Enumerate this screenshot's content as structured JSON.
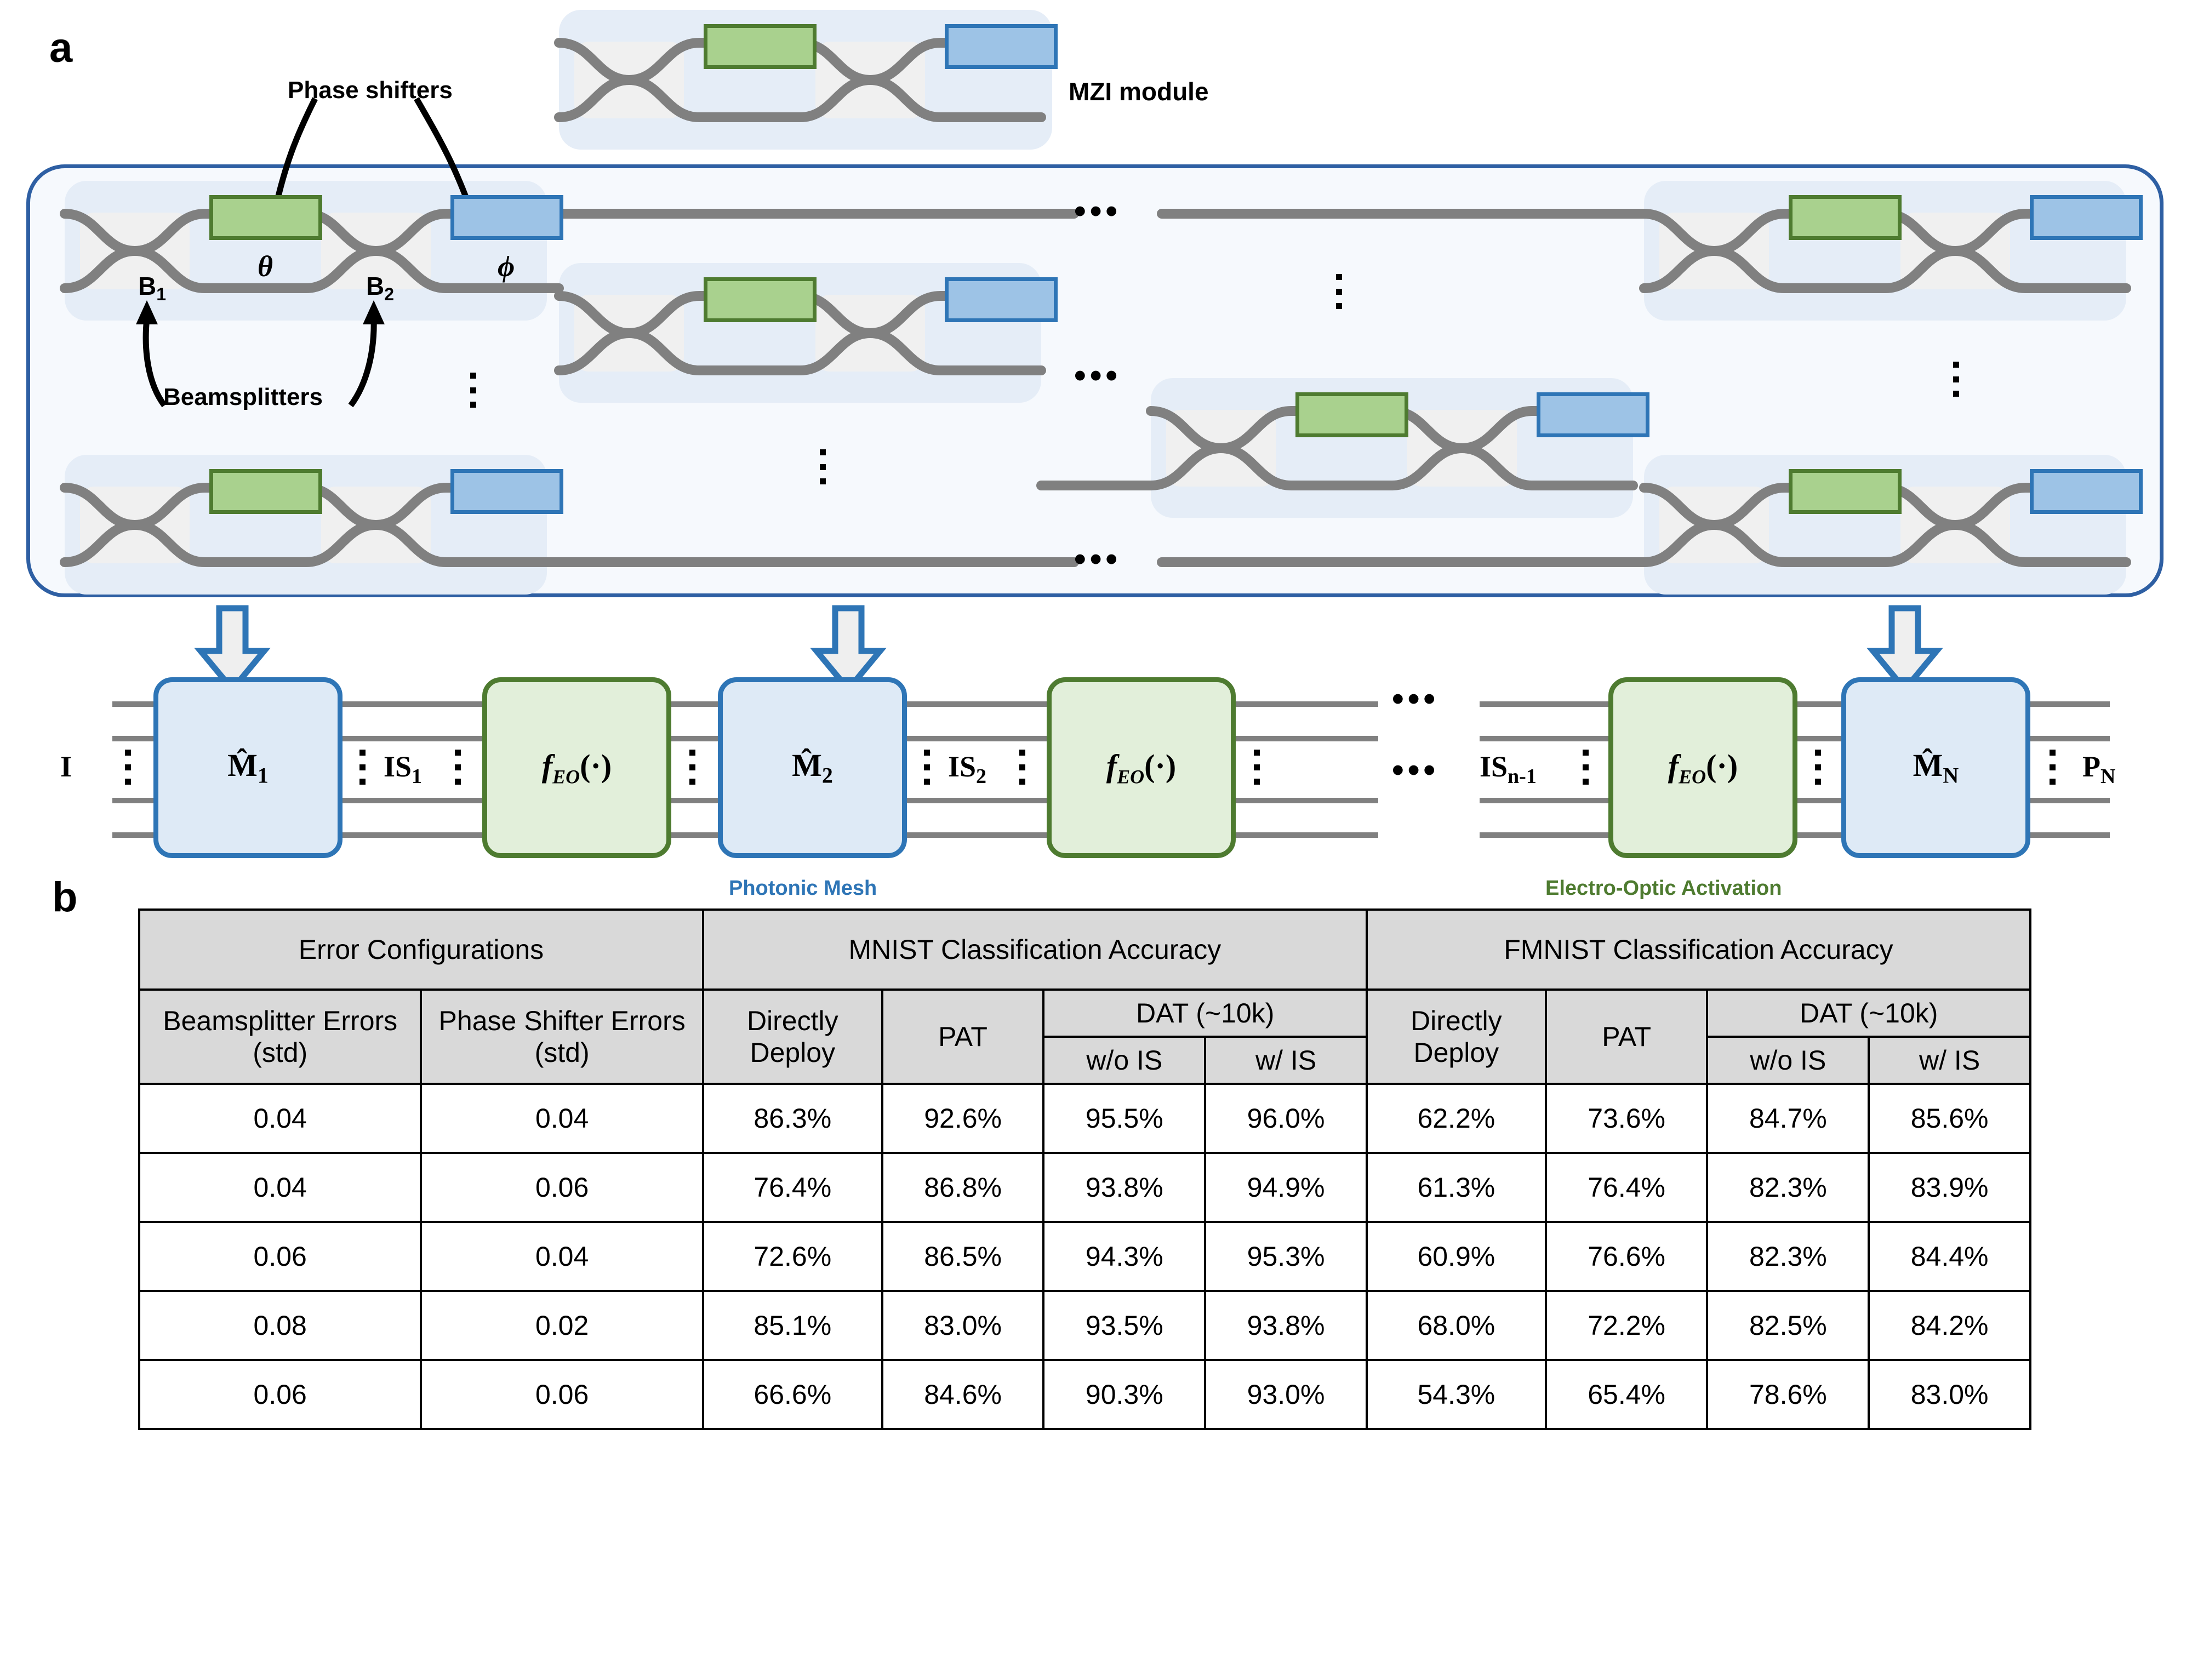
{
  "panels": {
    "a": "a",
    "b": "b"
  },
  "diagram": {
    "annotations": {
      "phase_shifters": "Phase shifters",
      "beamsplitters": "Beamsplitters",
      "mzi_module": "MZI module",
      "theta": "θ",
      "phi": "ϕ",
      "b1": "B",
      "b1_sub": "1",
      "b2": "B",
      "b2_sub": "2"
    },
    "chain": {
      "input_label": "I",
      "output_label": "P",
      "output_sub": "N",
      "nodes": [
        {
          "kind": "mesh",
          "label": "M̂",
          "sub": "1"
        },
        {
          "kind": "activation",
          "label": "f",
          "sub": "EO",
          "arg": "(·)"
        },
        {
          "kind": "mesh",
          "label": "M̂",
          "sub": "2"
        },
        {
          "kind": "activation",
          "label": "f",
          "sub": "EO",
          "arg": "(·)"
        },
        {
          "kind": "activation",
          "label": "f",
          "sub": "EO",
          "arg": "(·)"
        },
        {
          "kind": "mesh",
          "label": "M̂",
          "sub": "N"
        }
      ],
      "interconnects": [
        {
          "label": "IS",
          "sub": "1"
        },
        {
          "label": "IS",
          "sub": "2"
        },
        {
          "label": "IS",
          "sub": "n-1"
        }
      ],
      "ellipsis": "•••",
      "captions": {
        "photonic_mesh": "Photonic Mesh",
        "electro_optic": "Electro-Optic Activation"
      }
    },
    "colors": {
      "phase_shifter_green_fill": "#A9D18E",
      "phase_shifter_green_border": "#4E7B30",
      "phase_shifter_blue_fill": "#9DC3E6",
      "phase_shifter_blue_border": "#2E75B6",
      "mzi_card_bg": "#E5EDF7",
      "mesh_outline": "#2E5FA3",
      "mesh_bg": "#F6F9FD",
      "waveguide": "#808080",
      "mesh_node_fill": "#DEEAF6",
      "activation_node_fill": "#E2EFDA",
      "photonic_mesh_caption": "#2E75B6",
      "electro_optic_caption": "#4E7B30"
    }
  },
  "table": {
    "group_headers": [
      "Error Configurations",
      "MNIST Classification Accuracy",
      "FMNIST Classification Accuracy"
    ],
    "sub_headers": {
      "beamsplitter_errors": "Beamsplitter Errors (std)",
      "phase_shifter_errors": "Phase Shifter Errors (std)",
      "directly_deploy": "Directly Deploy",
      "pat": "PAT",
      "dat": "DAT (~10k)",
      "wo_is": "w/o IS",
      "w_is": "w/ IS"
    },
    "rows": [
      {
        "bs": "0.04",
        "ps": "0.04",
        "mnist": {
          "direct": "86.3%",
          "pat": "92.6%",
          "dat_wo_is": "95.5%",
          "dat_w_is": "96.0%"
        },
        "fmnist": {
          "direct": "62.2%",
          "pat": "73.6%",
          "dat_wo_is": "84.7%",
          "dat_w_is": "85.6%"
        }
      },
      {
        "bs": "0.04",
        "ps": "0.06",
        "mnist": {
          "direct": "76.4%",
          "pat": "86.8%",
          "dat_wo_is": "93.8%",
          "dat_w_is": "94.9%"
        },
        "fmnist": {
          "direct": "61.3%",
          "pat": "76.4%",
          "dat_wo_is": "82.3%",
          "dat_w_is": "83.9%"
        }
      },
      {
        "bs": "0.06",
        "ps": "0.04",
        "mnist": {
          "direct": "72.6%",
          "pat": "86.5%",
          "dat_wo_is": "94.3%",
          "dat_w_is": "95.3%"
        },
        "fmnist": {
          "direct": "60.9%",
          "pat": "76.6%",
          "dat_wo_is": "82.3%",
          "dat_w_is": "84.4%"
        }
      },
      {
        "bs": "0.08",
        "ps": "0.02",
        "mnist": {
          "direct": "85.1%",
          "pat": "83.0%",
          "dat_wo_is": "93.5%",
          "dat_w_is": "93.8%"
        },
        "fmnist": {
          "direct": "68.0%",
          "pat": "72.2%",
          "dat_wo_is": "82.5%",
          "dat_w_is": "84.2%"
        }
      },
      {
        "bs": "0.06",
        "ps": "0.06",
        "mnist": {
          "direct": "66.6%",
          "pat": "84.6%",
          "dat_wo_is": "90.3%",
          "dat_w_is": "93.0%"
        },
        "fmnist": {
          "direct": "54.3%",
          "pat": "65.4%",
          "dat_wo_is": "78.6%",
          "dat_w_is": "83.0%"
        }
      }
    ]
  }
}
